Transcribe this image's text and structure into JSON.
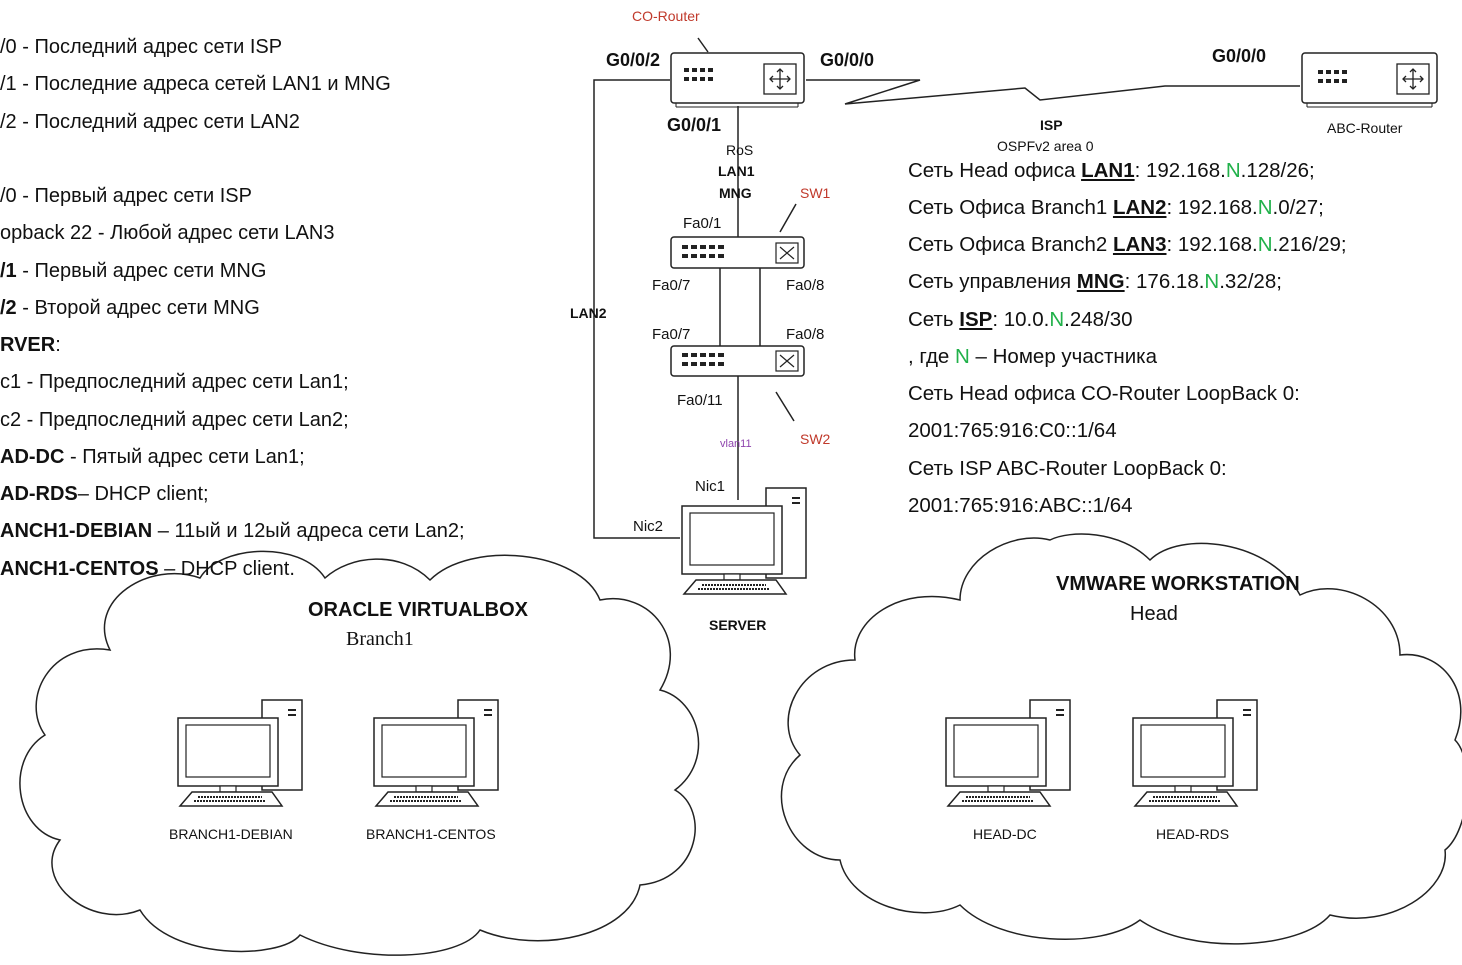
{
  "left_notes": [
    {
      "bold": "",
      "text": "/0 - Последний адрес сети ISP"
    },
    {
      "bold": "",
      "text": "/1 - Последние адреса сетей LAN1 и MNG"
    },
    {
      "bold": "",
      "text": "/2 - Последний адрес сети LAN2"
    },
    {
      "bold": "",
      "text": "/0 - Первый адрес сети ISP"
    },
    {
      "bold": "",
      "text": "opback 22 - Любой адрес сети LAN3"
    },
    {
      "bold": "/1",
      "text": " - Первый адрес сети MNG"
    },
    {
      "bold": "/2",
      "text": " - Второй адрес сети MNG"
    },
    {
      "bold": "RVER",
      "text": ":"
    },
    {
      "bold": "",
      "text": "c1 - Предпоследний адрес сети Lan1;"
    },
    {
      "bold": "",
      "text": "c2 - Предпоследний адрес сети Lan2;"
    },
    {
      "bold": "AD-DC",
      "text": " - Пятый адрес сети Lan1;"
    },
    {
      "bold": "AD-RDS",
      "text": "– DHCP client;"
    },
    {
      "bold": "ANCH1-DEBIAN",
      "text": " – 11ый и 12ый адреса сети Lan2;"
    },
    {
      "bold": "ANCH1-CENTOS",
      "text": " – DHCP client."
    }
  ],
  "devices": {
    "co_router": "CO-Router",
    "abc_router": "ABC-Router",
    "sw1": "SW1",
    "sw2": "SW2",
    "server": "SERVER"
  },
  "ports": {
    "co_g002": "G0/0/2",
    "co_g000": "G0/0/0",
    "co_g001": "G0/0/1",
    "abc_g000": "G0/0/0",
    "sw1_fa01": "Fa0/1",
    "sw1_fa07": "Fa0/7",
    "sw1_fa08": "Fa0/8",
    "sw2_fa07": "Fa0/7",
    "sw2_fa08": "Fa0/8",
    "sw2_fa011": "Fa0/11",
    "nic1": "Nic1",
    "nic2": "Nic2"
  },
  "link_labels": {
    "ros": "RoS",
    "lan1": "LAN1",
    "mng": "MNG",
    "lan2": "LAN2",
    "vlan": "vlan11",
    "isp": "ISP",
    "ospf": "OSPFv2 area 0"
  },
  "networks": {
    "lan1": {
      "prefix": "Сеть Head офиса ",
      "name": "LAN1",
      "a": ": 192.168.",
      "n": "N",
      "b": ".128/26;"
    },
    "lan2": {
      "prefix": "Сеть Офиса Branch1 ",
      "name": "LAN2",
      "a": ": 192.168.",
      "n": "N",
      "b": ".0/27;"
    },
    "lan3": {
      "prefix": "Сеть Офиса Branch2 ",
      "name": "LAN3",
      "a": ": 192.168.",
      "n": "N",
      "b": ".216/29;"
    },
    "mng": {
      "prefix": "Сеть управления ",
      "name": "MNG",
      "a": ": 176.18.",
      "n": "N",
      "b": ".32/28;"
    },
    "isp": {
      "prefix": "Сеть  ",
      "name": "ISP",
      "a": ": 10.0.",
      "n": "N",
      "b": ".248/30"
    },
    "where": {
      "a": ", где ",
      "n": "N",
      "b": " – Номер участника"
    },
    "co_loop_label": "Сеть Head офиса CO-Router LoopBack 0:",
    "co_loop_value": "2001:765:916:C0::1/64",
    "abc_loop_label": "Сеть ISP ABC-Router LoopBack 0:",
    "abc_loop_value": "2001:765:916:ABC::1/64"
  },
  "clouds": {
    "virtualbox": {
      "title": "ORACLE VIRTUALBOX",
      "subtitle": "Branch1",
      "hosts": [
        "BRANCH1-DEBIAN",
        "BRANCH1-CENTOS"
      ]
    },
    "vmware": {
      "title": "VMWARE WORKSTATION",
      "subtitle": "Head",
      "hosts": [
        "HEAD-DC",
        "HEAD-RDS"
      ]
    }
  },
  "colors": {
    "accent_green": "#21b14a",
    "label_red": "#c0392b",
    "vlan_purple": "#8e44ad",
    "line": "#222222"
  }
}
